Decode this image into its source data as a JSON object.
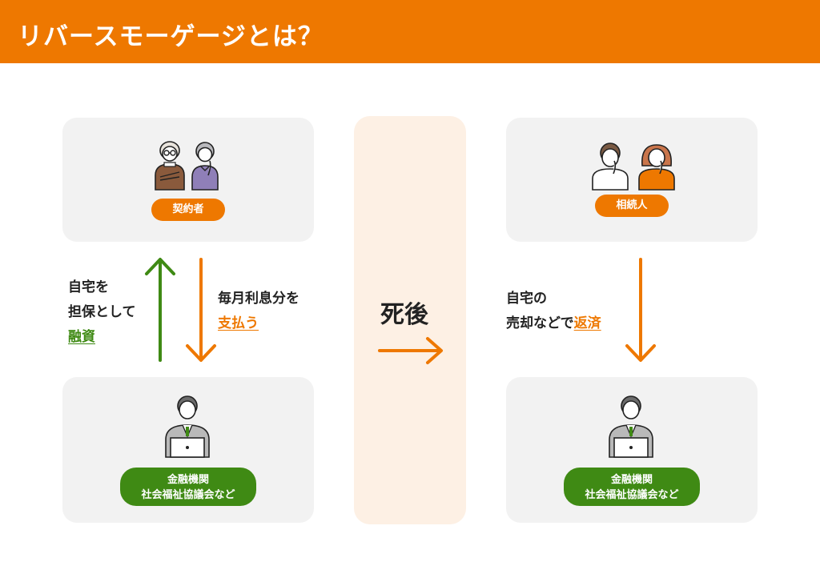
{
  "header": {
    "title": "リバースモーゲージとは？"
  },
  "left": {
    "contractor_label": "契約者",
    "lender_line1": "金融機関",
    "lender_line2": "社会福祉協議会など",
    "collateral_line1": "自宅を",
    "collateral_line2": "担保として",
    "collateral_highlight": "融資",
    "payment_line1": "毎月利息分を",
    "payment_highlight": "支払う"
  },
  "center": {
    "label": "死後"
  },
  "right": {
    "heir_label": "相続人",
    "sale_line1": "自宅の",
    "sale_line2": "売却などで",
    "sale_highlight": "返済",
    "lender_line1": "金融機関",
    "lender_line2": "社会福祉協議会など"
  },
  "colors": {
    "accent_orange": "#ee7800",
    "accent_green": "#3f8a14",
    "card_gray": "#f2f2f2",
    "center_band": "#fdf0e4"
  },
  "icons": [
    "elderly-couple-icon",
    "young-couple-icon",
    "banker-laptop-icon",
    "arrow-up-icon",
    "arrow-down-icon",
    "arrow-right-icon"
  ]
}
